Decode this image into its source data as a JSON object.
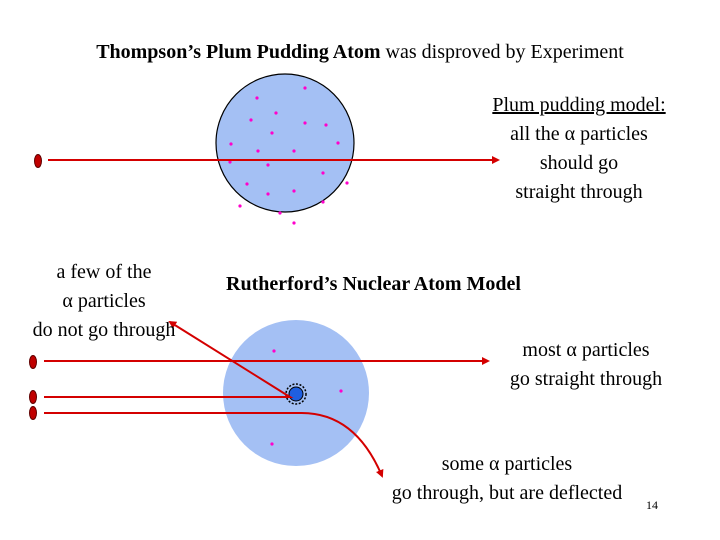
{
  "slide": {
    "title_bold": "Thompson’s Plum Pudding Atom",
    "title_rest": " was disproved by Experiment",
    "plum_label": {
      "line1": "Plum pudding model:",
      "line2_pre": "all the ",
      "line2_post": " particles",
      "line3": "should go",
      "line4": "straight through"
    },
    "few_label": {
      "line1": "a few of the",
      "line2_post": " particles",
      "line3": "do not go through"
    },
    "rutherford_title": "Rutherford’s Nuclear Atom Model",
    "most_label": {
      "line1_pre": "most ",
      "line1_post": " particles",
      "line2": "go straight through"
    },
    "some_label": {
      "line1_pre": "some ",
      "line1_post": " particles",
      "line2": "go through, but are deflected"
    },
    "alpha_symbol": "α",
    "page_number": "14"
  },
  "colors": {
    "atom_fill": "#a4c0f4",
    "electron": "#ff00cc",
    "arrow": "#d40000",
    "alpha_particle": "#c00000",
    "nucleus": "#1f5fe0"
  }
}
